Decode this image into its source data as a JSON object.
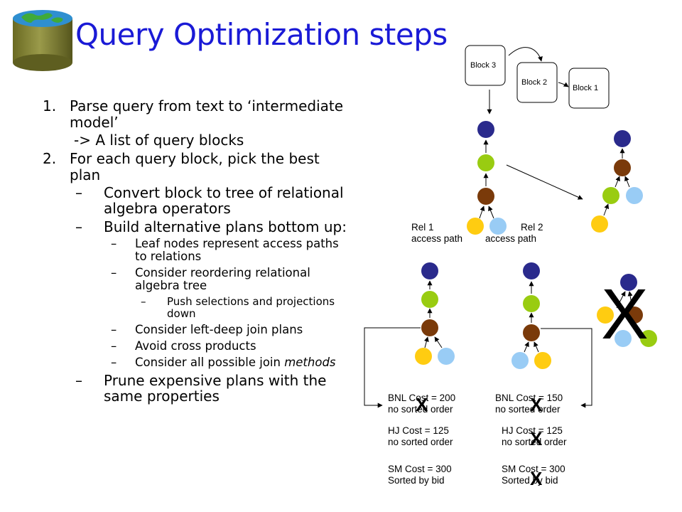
{
  "title": "Query Optimization steps",
  "logo_icon": "database-globe-icon",
  "steps": [
    {
      "num": "1.",
      "text": "Parse query from text to ‘intermediate model’"
    },
    {
      "arrow_text": "-> A list of query blocks"
    },
    {
      "num": "2.",
      "text": "For each query block, pick the best plan"
    }
  ],
  "sub": {
    "convert": "Convert block to tree of relational algebra operators",
    "build": "Build alternative plans bottom up:",
    "leaf": "Leaf nodes represent access paths to relations",
    "reorder": "Consider reordering relational algebra tree",
    "push": "Push selections and projections down",
    "leftdeep": "Consider left-deep join plans",
    "avoid": "Avoid cross products",
    "join_prefix": "Consider all possible join ",
    "join_em": "methods",
    "prune": "Prune expensive plans with the same properties"
  },
  "dash": "–",
  "blocks": {
    "b3": "Block 3",
    "b2": "Block 2",
    "b1": "Block 1"
  },
  "rel1": {
    "line1": "Rel 1",
    "line2": "access path"
  },
  "rel2": {
    "line1": "Rel 2",
    "line2": "access path"
  },
  "costs_left": {
    "bnl": "BNL Cost = 200",
    "bnl_order": "no sorted order",
    "hj": "HJ Cost = 125",
    "hj_order": "no sorted order",
    "sm": "SM Cost = 300",
    "sm_order": "Sorted by bid"
  },
  "costs_right": {
    "bnl": "BNL Cost = 150",
    "bnl_order": "no sorted order",
    "hj": "HJ Cost = 125",
    "hj_order": "no sorted order",
    "sm": "SM Cost = 300",
    "sm_order": "Sorted by bid"
  },
  "x_mark": "X",
  "colors": {
    "title": "#1a1ad6",
    "root": "#2a2a8c",
    "select": "#99cc11",
    "join": "#7a3a0a",
    "rel1": "#ffcc11",
    "rel2": "#99ccf5"
  }
}
